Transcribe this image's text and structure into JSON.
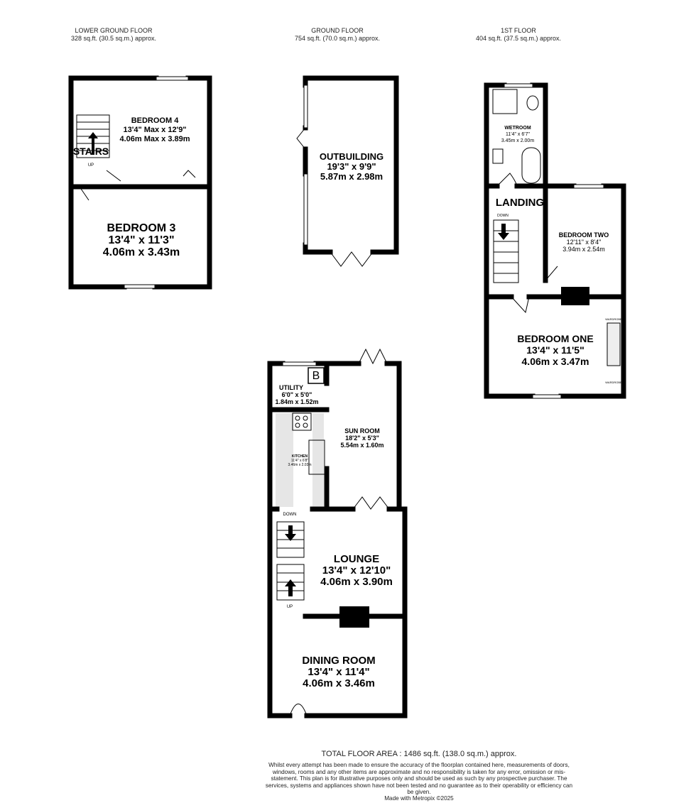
{
  "floors": [
    {
      "name": "LOWER GROUND FLOOR",
      "area": "328 sq.ft. (30.5 sq.m.) approx."
    },
    {
      "name": "GROUND FLOOR",
      "area": "754 sq.ft. (70.0 sq.m.) approx."
    },
    {
      "name": "1ST FLOOR",
      "area": "404 sq.ft. (37.5 sq.m.) approx."
    }
  ],
  "rooms": {
    "bedroom4": {
      "name": "BEDROOM 4",
      "imperial": "13'4\" Max x 12'9\"",
      "metric": "4.06m Max x 3.89m"
    },
    "bedroom3": {
      "name": "BEDROOM 3",
      "imperial": "13'4\"  x 11'3\"",
      "metric": "4.06m  x 3.43m"
    },
    "outbuilding": {
      "name": "OUTBUILDING",
      "imperial": "19'3\"  x 9'9\"",
      "metric": "5.87m  x 2.98m"
    },
    "utility": {
      "name": "UTILITY",
      "imperial": "6'0\"  x 5'0\"",
      "metric": "1.84m  x 1.52m"
    },
    "sunroom": {
      "name": "SUN ROOM",
      "imperial": "18'2\"  x 5'3\"",
      "metric": "5.54m  x 1.60m"
    },
    "kitchen": {
      "name": "KITCHEN",
      "imperial": "11'4\"  x 6'8\"",
      "metric": "3.46m  x 2.03m"
    },
    "lounge": {
      "name": "LOUNGE",
      "imperial": "13'4\"  x 12'10\"",
      "metric": "4.06m  x 3.90m"
    },
    "dining": {
      "name": "DINING ROOM",
      "imperial": "13'4\"  x 11'4\"",
      "metric": "4.06m  x 3.46m"
    },
    "wetroom": {
      "name": "WETROOM",
      "imperial": "11'4\"  x 6'7\"",
      "metric": "3.45m  x 2.00m"
    },
    "landing": {
      "name": "LANDING"
    },
    "bedroom2": {
      "name": "BEDROOM TWO",
      "imperial": "12'11\"  x 8'4\"",
      "metric": "3.94m  x 2.54m"
    },
    "bedroom1": {
      "name": "BEDROOM ONE",
      "imperial": "13'4\"  x 11'5\"",
      "metric": "4.06m  x 3.47m"
    }
  },
  "labels": {
    "stairs": "STAIRS",
    "up": "UP",
    "down": "DOWN",
    "boiler": "B",
    "wardrobe": "WARDROBE"
  },
  "footer": {
    "total": "TOTAL FLOOR AREA : 1486 sq.ft. (138.0 sq.m.) approx.",
    "disclaimer": "Whilst every attempt has been made to ensure the accuracy of the floorplan contained here, measurements of doors, windows, rooms and any other items are approximate and no responsibility is taken for any error, omission or mis-statement. This plan is for illustrative purposes only and should be used as such by any prospective purchaser. The services, systems and appliances shown have not been tested and no guarantee as to their operability or efficiency can be given.",
    "made_with": "Made with Metropix ©2025"
  }
}
